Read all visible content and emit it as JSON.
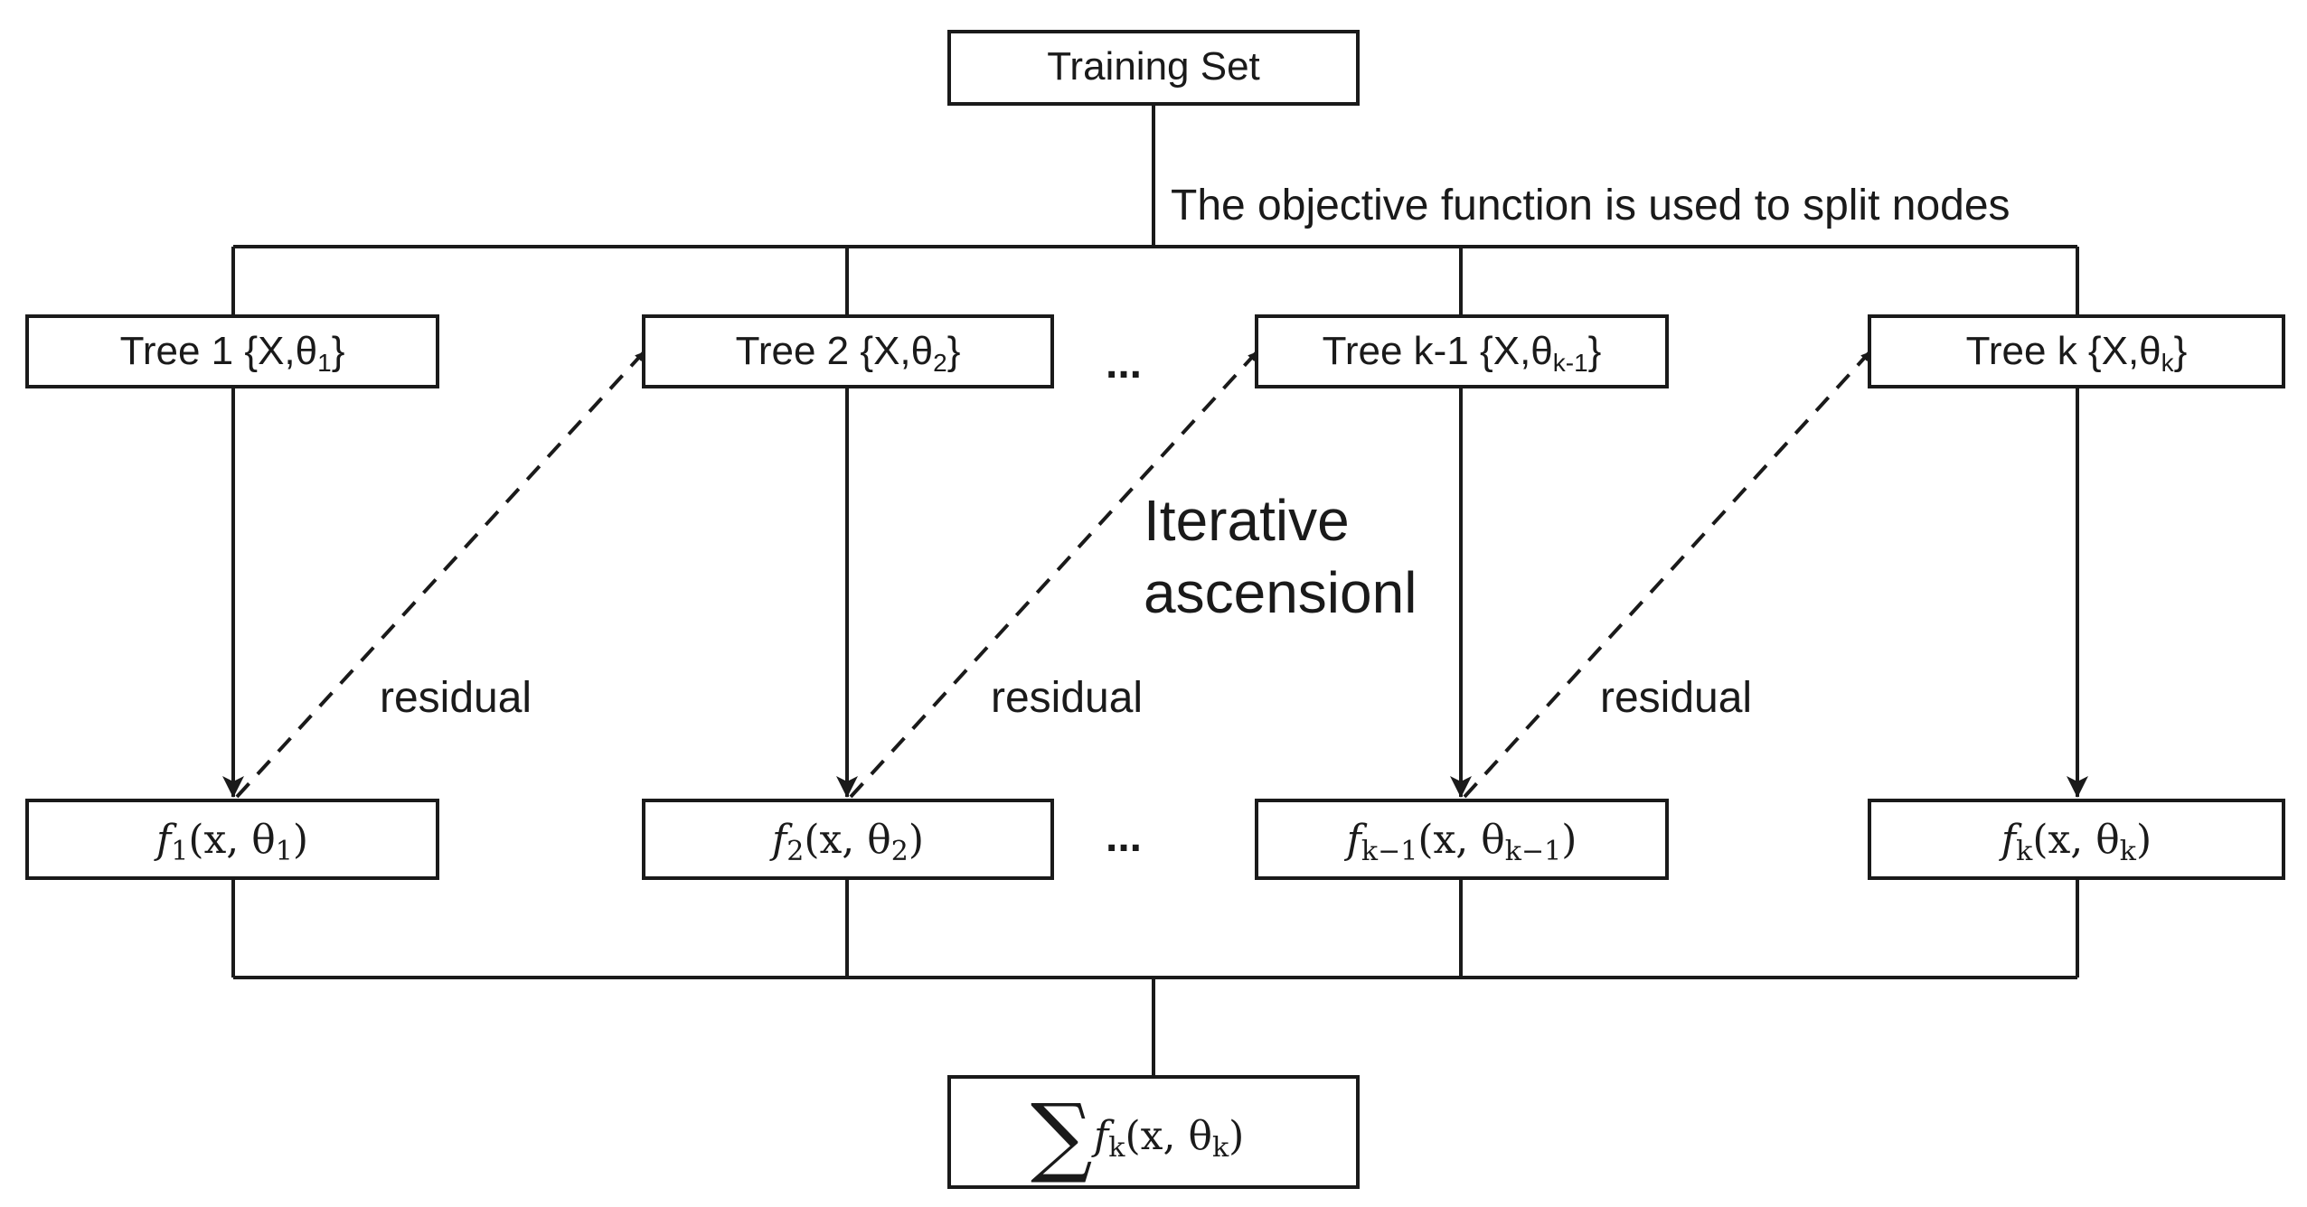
{
  "root": {
    "label": "Training Set"
  },
  "split_note": "The objective function is used to split nodes",
  "trees": [
    {
      "base": "Tree 1 {X,θ",
      "sub": "1",
      "close": "}"
    },
    {
      "base": "Tree 2 {X,θ",
      "sub": "2",
      "close": "}"
    },
    {
      "base": "Tree k-1 {X,θ",
      "sub": "k-1",
      "close": "}"
    },
    {
      "base": "Tree k {X,θ",
      "sub": "k",
      "close": "}"
    }
  ],
  "functions": [
    {
      "f": "f",
      "fsub": "1",
      "args": "(x, θ",
      "asub": "1",
      "close": ")"
    },
    {
      "f": "f",
      "fsub": "2",
      "args": "(x, θ",
      "asub": "2",
      "close": ")"
    },
    {
      "f": "f",
      "fsub": "k−1",
      "args": "(x, θ",
      "asub": "k−1",
      "close": ")"
    },
    {
      "f": "f",
      "fsub": "k",
      "args": "(x, θ",
      "asub": "k",
      "close": ")"
    }
  ],
  "residual_labels": [
    "residual",
    "residual",
    "residual"
  ],
  "iterative_label": [
    "Iterative",
    "ascensionl"
  ],
  "ellipsis": "...",
  "sum": {
    "symbol": "∑",
    "f": "f",
    "fsub": "k",
    "args": "(x, θ",
    "asub": "k",
    "close": ")"
  }
}
